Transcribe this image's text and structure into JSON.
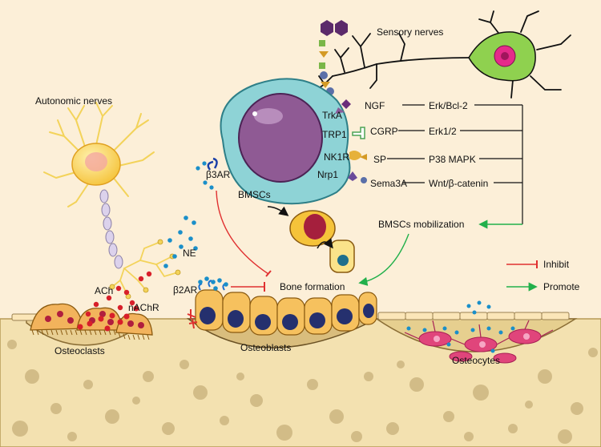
{
  "labels": {
    "sensory_nerves": "Sensory nerves",
    "autonomic_nerves": "Autonomic nerves",
    "bmscs": "BMSCs",
    "bmscs_mobilization": "BMSCs mobilization",
    "bone_formation": "Bone formation",
    "osteoblasts": "Osteoblasts",
    "osteoclasts": "Osteoclasts",
    "osteocytes": "Osteocytes",
    "ne": "NE",
    "ach": "ACh",
    "nachr": "nAChR",
    "beta2ar": "β2AR",
    "beta3ar": "β3AR"
  },
  "receptors": [
    {
      "receptor": "TrkA",
      "ligand": "NGF",
      "pathway": "Erk/Bcl-2"
    },
    {
      "receptor": "TRP1",
      "ligand": "CGRP",
      "pathway": "Erk1/2"
    },
    {
      "receptor": "NK1R",
      "ligand": "SP",
      "pathway": "P38 MAPK"
    },
    {
      "receptor": "Nrp1",
      "ligand": "Sema3A",
      "pathway": "Wnt/β-catenin"
    }
  ],
  "legend": {
    "inhibit": "Inhibit",
    "promote": "Promote",
    "inhibit_color": "#e03030",
    "promote_color": "#22b04b"
  },
  "colors": {
    "background": "#fcefd8",
    "bone": "#f3e1b0",
    "bone_spot": "#cdb681",
    "bmsc_cytoplasm": "#8ed3d6",
    "bmsc_nucleus": "#8f5a94",
    "osteoblast": "#f6c15e",
    "osteoblast_nucleus": "#25306e",
    "osteoclast": "#f2b35c",
    "osteocyte": "#e0457b",
    "sensory_neuron": "#8fd14f",
    "autonomic_neuron": "#f6e07a",
    "ne_dot": "#1a8fc9",
    "ach_dot": "#d81f2a"
  }
}
